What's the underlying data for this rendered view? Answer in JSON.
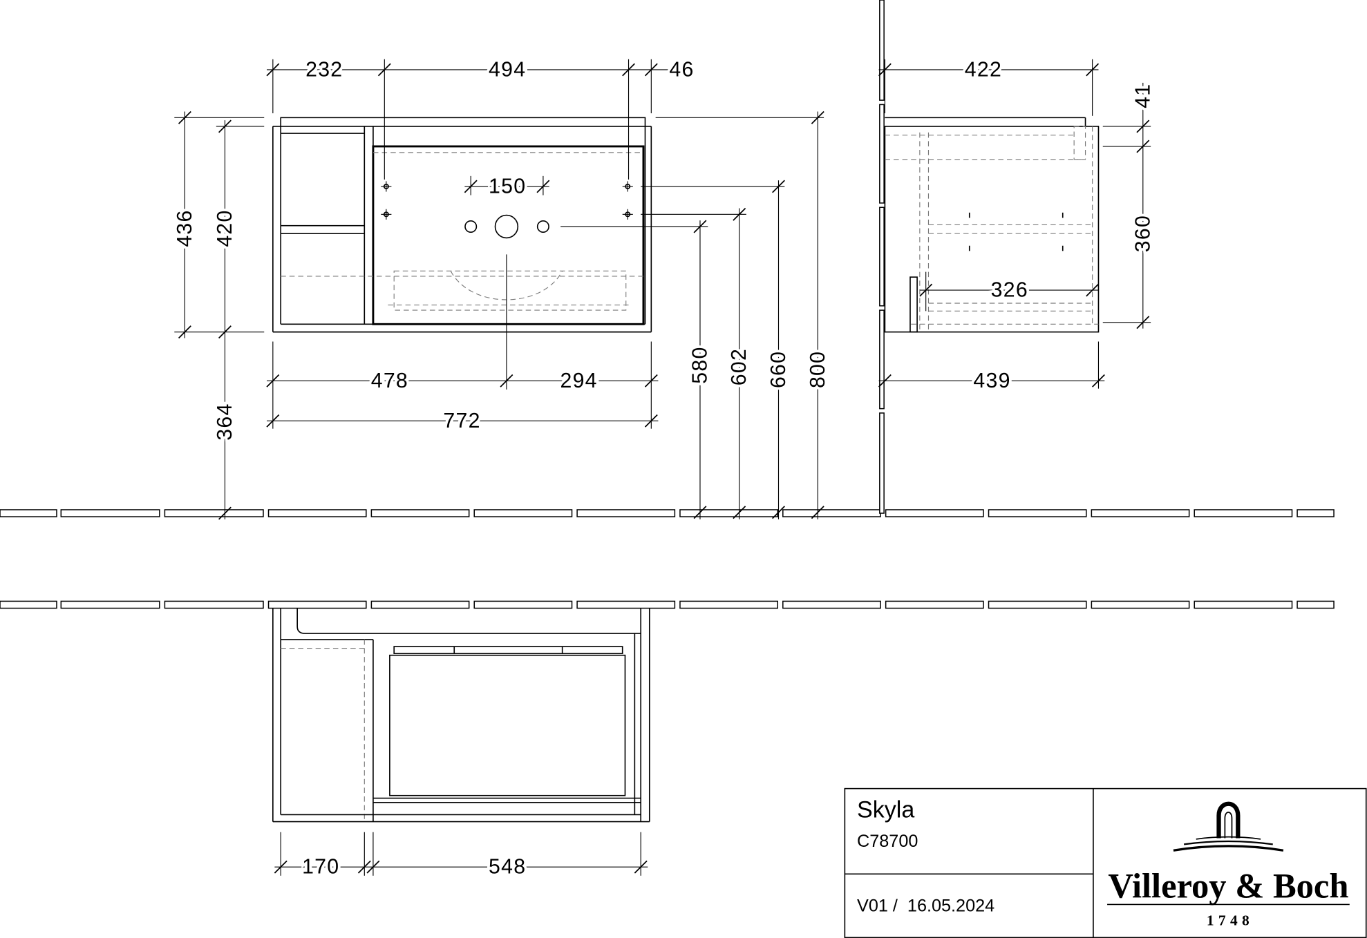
{
  "drawing": {
    "front_view": {
      "dims": {
        "w_left": "232",
        "w_basin": "494",
        "w_right": "46",
        "h_total": "436",
        "h_cabinet": "420",
        "h_floor": "364",
        "tap_spacing": "150",
        "w_to_center": "478",
        "w_from_center": "294",
        "w_total": "772",
        "h_580": "580",
        "h_602": "602",
        "h_660": "660",
        "h_800": "800"
      }
    },
    "side_view": {
      "dims": {
        "depth_top": "422",
        "depth_total": "439",
        "depth_inner": "326",
        "h_top": "41",
        "h_inner": "360"
      }
    },
    "plan_view": {
      "dims": {
        "w_shelf": "170",
        "w_basin": "548"
      }
    }
  },
  "title_block": {
    "product": "Skyla",
    "code": "C78700",
    "version": "V01 /  16.05.2024",
    "logo_text": "Villeroy & Boch",
    "logo_year": "1748"
  },
  "colors": {
    "line": "#000000",
    "hidden_line": "#7a7a7a",
    "background": "#ffffff"
  }
}
